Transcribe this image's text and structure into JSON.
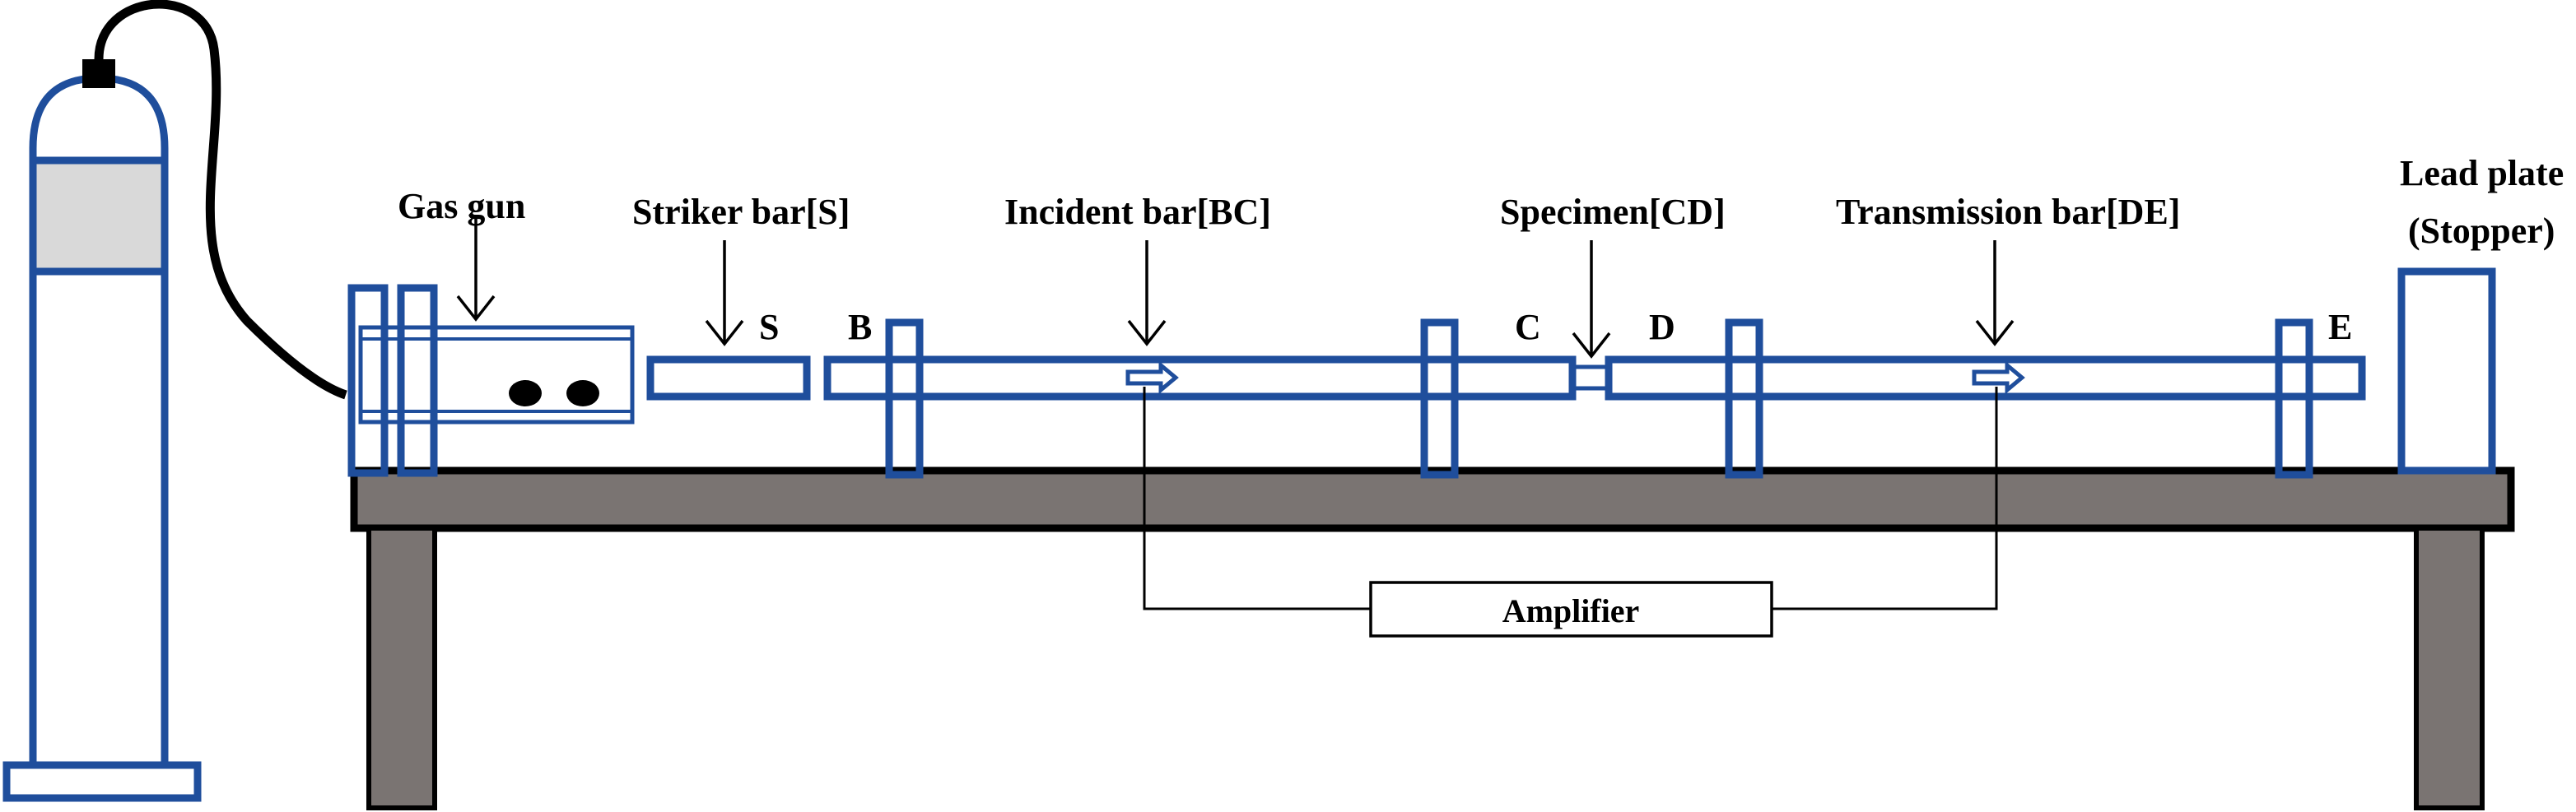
{
  "labels": {
    "gas_gun": "Gas gun",
    "striker_bar": "Striker bar[S]",
    "incident_bar": "Incident bar[BC]",
    "specimen": "Specimen[CD]",
    "transmission_bar": "Transmission bar[DE]",
    "lead_plate_line1": "Lead plate",
    "lead_plate_line2": "(Stopper)",
    "amplifier": "Amplifier"
  },
  "points": {
    "s": "S",
    "b": "B",
    "c": "C",
    "d": "D",
    "e": "E"
  },
  "colors": {
    "apparatus_blue": "#1f4e9c",
    "table": "#7a7472",
    "cylinder_band": "#d9d9d9"
  }
}
